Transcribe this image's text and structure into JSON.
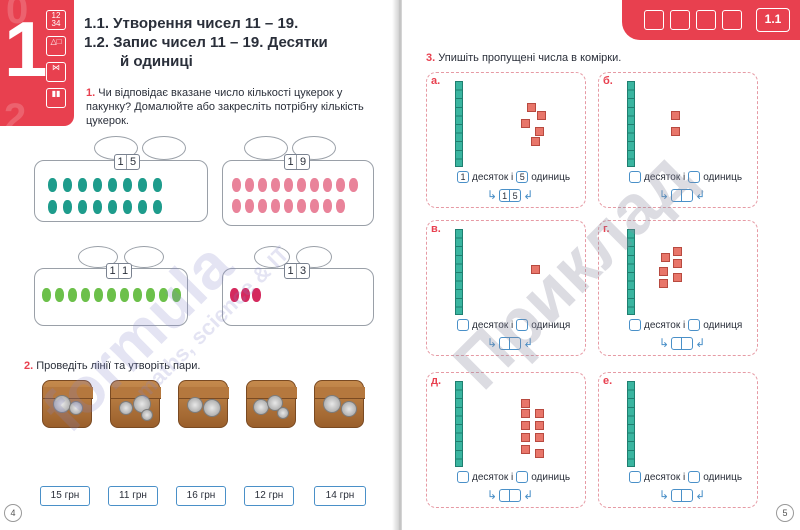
{
  "left_page": {
    "chapter_number": "1",
    "section_title_1": "1.1. Утворення чисел 11 – 19.",
    "section_title_2": "1.2. Запис чисел 11 – 19. Десятки",
    "section_title_3": "й одиниці",
    "task1": {
      "number": "1.",
      "text": "Чи відповідає вказане число кількості цукерок у пакунку? Домалюйте або закресліть потрібну кількість цукерок."
    },
    "gifts": [
      {
        "label_digits": [
          "1",
          "5"
        ],
        "candy_color": "#1e9c8c"
      },
      {
        "label_digits": [
          "1",
          "9"
        ],
        "candy_color": "#e9839a"
      },
      {
        "label_digits": [
          "1",
          "1"
        ],
        "candy_color": "#6cc04a"
      },
      {
        "label_digits": [
          "1",
          "3"
        ],
        "candy_color": "#d42a5e"
      }
    ],
    "task2": {
      "number": "2.",
      "text": "Проведіть лінії та утворіть пари."
    },
    "prices": [
      "15 грн",
      "11 грн",
      "16 грн",
      "12 грн",
      "14 грн"
    ],
    "page_number": "4",
    "watermark_left": "formula",
    "watermark_sub": "maths, science & IT"
  },
  "right_page": {
    "lesson_badge": "1.1",
    "task3": {
      "number": "3.",
      "text": "Упишіть пропущені числа в комірки."
    },
    "cells": [
      {
        "letter": "а.",
        "tens": "1",
        "ones": "5",
        "result": [
          "1",
          "5"
        ]
      },
      {
        "letter": "б.",
        "tens": "",
        "ones": "",
        "result": [
          "",
          ""
        ]
      },
      {
        "letter": "в.",
        "tens": "",
        "ones": "",
        "result": [
          "",
          ""
        ]
      },
      {
        "letter": "г.",
        "tens": "",
        "ones": "",
        "result": [
          "",
          ""
        ]
      },
      {
        "letter": "д.",
        "tens": "",
        "ones": "",
        "result": [
          "",
          ""
        ]
      },
      {
        "letter": "е.",
        "tens": "",
        "ones": "",
        "result": [
          "",
          ""
        ]
      }
    ],
    "word_tens": "десяток і",
    "word_ones_plural": "одиниць",
    "word_ones_singular": "одиниця",
    "page_number": "5",
    "watermark_right": "Приклад"
  },
  "colors": {
    "accent": "#e8404f",
    "answer_box": "#4a90c8",
    "rod": "#3ab5a0",
    "cube": "#e8766a"
  }
}
